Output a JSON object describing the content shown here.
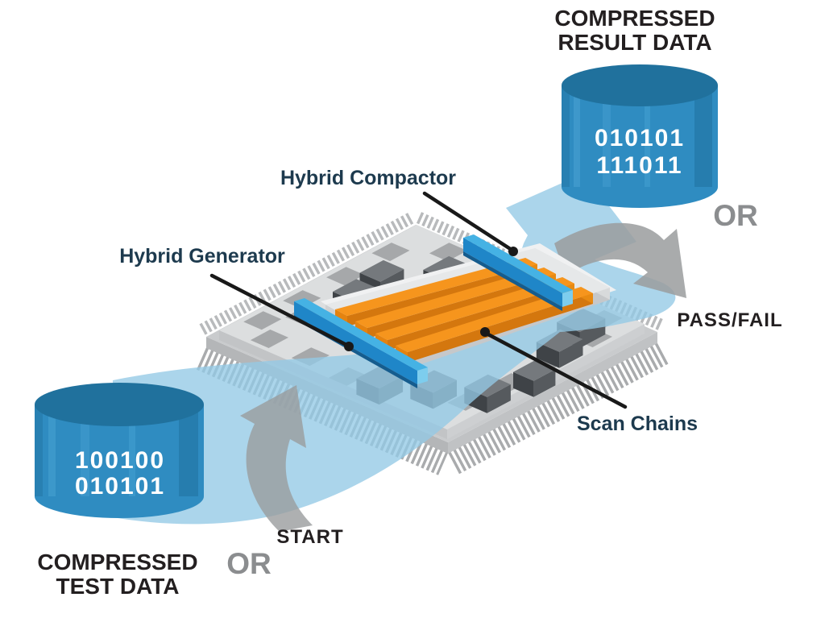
{
  "diagram": {
    "result_store": {
      "title_line1": "COMPRESSED",
      "title_line2": "RESULT DATA",
      "data_line1": "010101",
      "data_line2": "111011"
    },
    "test_store": {
      "title_line1": "COMPRESSED",
      "title_line2": "TEST DATA",
      "data_line1": "100100",
      "data_line2": "010101"
    },
    "or_top": "OR",
    "or_bottom": "OR",
    "start_label": "START",
    "pass_fail_label": "PASS/FAIL",
    "labels": {
      "compactor": "Hybrid Compactor",
      "generator": "Hybrid Generator",
      "scan_chains": "Scan Chains"
    },
    "colors": {
      "cylinder_body": "#2F8CC1",
      "cylinder_top": "#20719D",
      "swoosh_blue": "#93C9E6",
      "scan_chain_orange": "#F6951D",
      "chip_blue_top": "#45B2E4",
      "chip_blue_front": "#1F86C8",
      "arrow_gray": "#9A9C9E",
      "label_dark": "#1D3A4E",
      "text_black": "#231F20",
      "or_gray": "#8B8D8F"
    }
  }
}
